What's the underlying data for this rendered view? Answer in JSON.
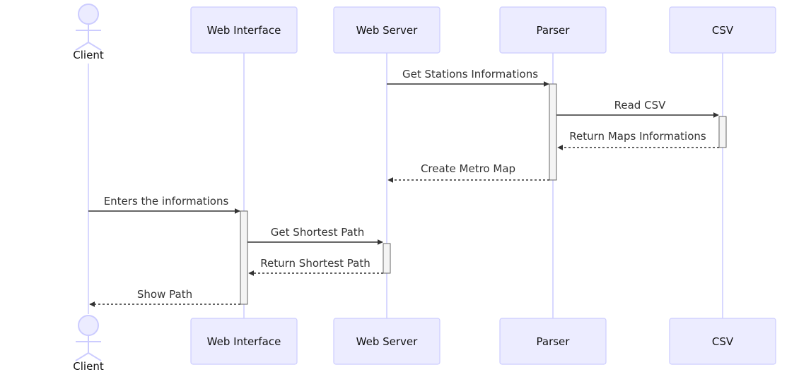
{
  "participants": [
    {
      "id": "client",
      "label": "Client",
      "kind": "actor"
    },
    {
      "id": "web_interface",
      "label": "Web Interface",
      "kind": "participant"
    },
    {
      "id": "web_server",
      "label": "Web Server",
      "kind": "participant"
    },
    {
      "id": "parser",
      "label": "Parser",
      "kind": "participant"
    },
    {
      "id": "csv",
      "label": "CSV",
      "kind": "participant"
    }
  ],
  "messages": [
    {
      "from": "web_server",
      "to": "parser",
      "label": "Get Stations Informations",
      "style": "solid"
    },
    {
      "from": "parser",
      "to": "csv",
      "label": "Read CSV",
      "style": "solid"
    },
    {
      "from": "csv",
      "to": "parser",
      "label": "Return Maps Informations",
      "style": "dotted"
    },
    {
      "from": "parser",
      "to": "web_server",
      "label": "Create Metro Map",
      "style": "dotted"
    },
    {
      "from": "client",
      "to": "web_interface",
      "label": "Enters the informations",
      "style": "solid"
    },
    {
      "from": "web_interface",
      "to": "web_server",
      "label": "Get Shortest Path",
      "style": "solid"
    },
    {
      "from": "web_server",
      "to": "web_interface",
      "label": "Return Shortest Path",
      "style": "dotted"
    },
    {
      "from": "web_interface",
      "to": "client",
      "label": "Show Path",
      "style": "dotted"
    }
  ],
  "colors": {
    "actor_fill": "#ECECFF",
    "actor_stroke": "#CCCCFF",
    "message_line": "#333333",
    "activation_fill": "#F4F4F4"
  }
}
